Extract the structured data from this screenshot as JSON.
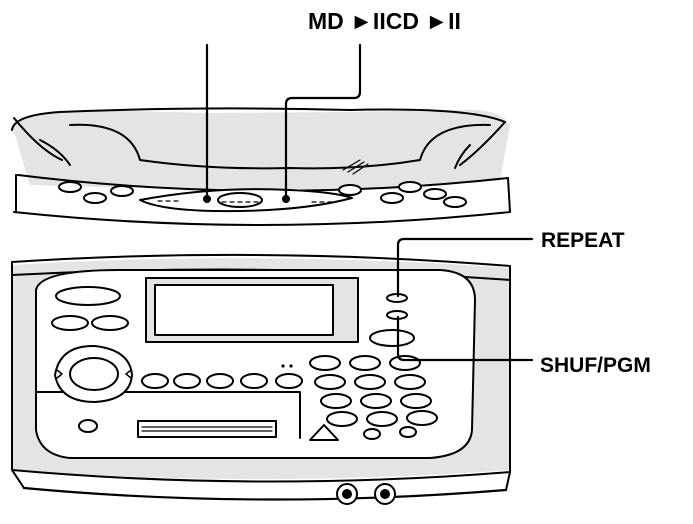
{
  "labels": {
    "md_cd_play": "MD ►IICD ►II",
    "repeat": "REPEAT",
    "shuf_pgm": "SHUF/PGM"
  },
  "colors": {
    "ink": "#000000",
    "body_fill": "#e4e4e4",
    "paper": "#ffffff"
  }
}
